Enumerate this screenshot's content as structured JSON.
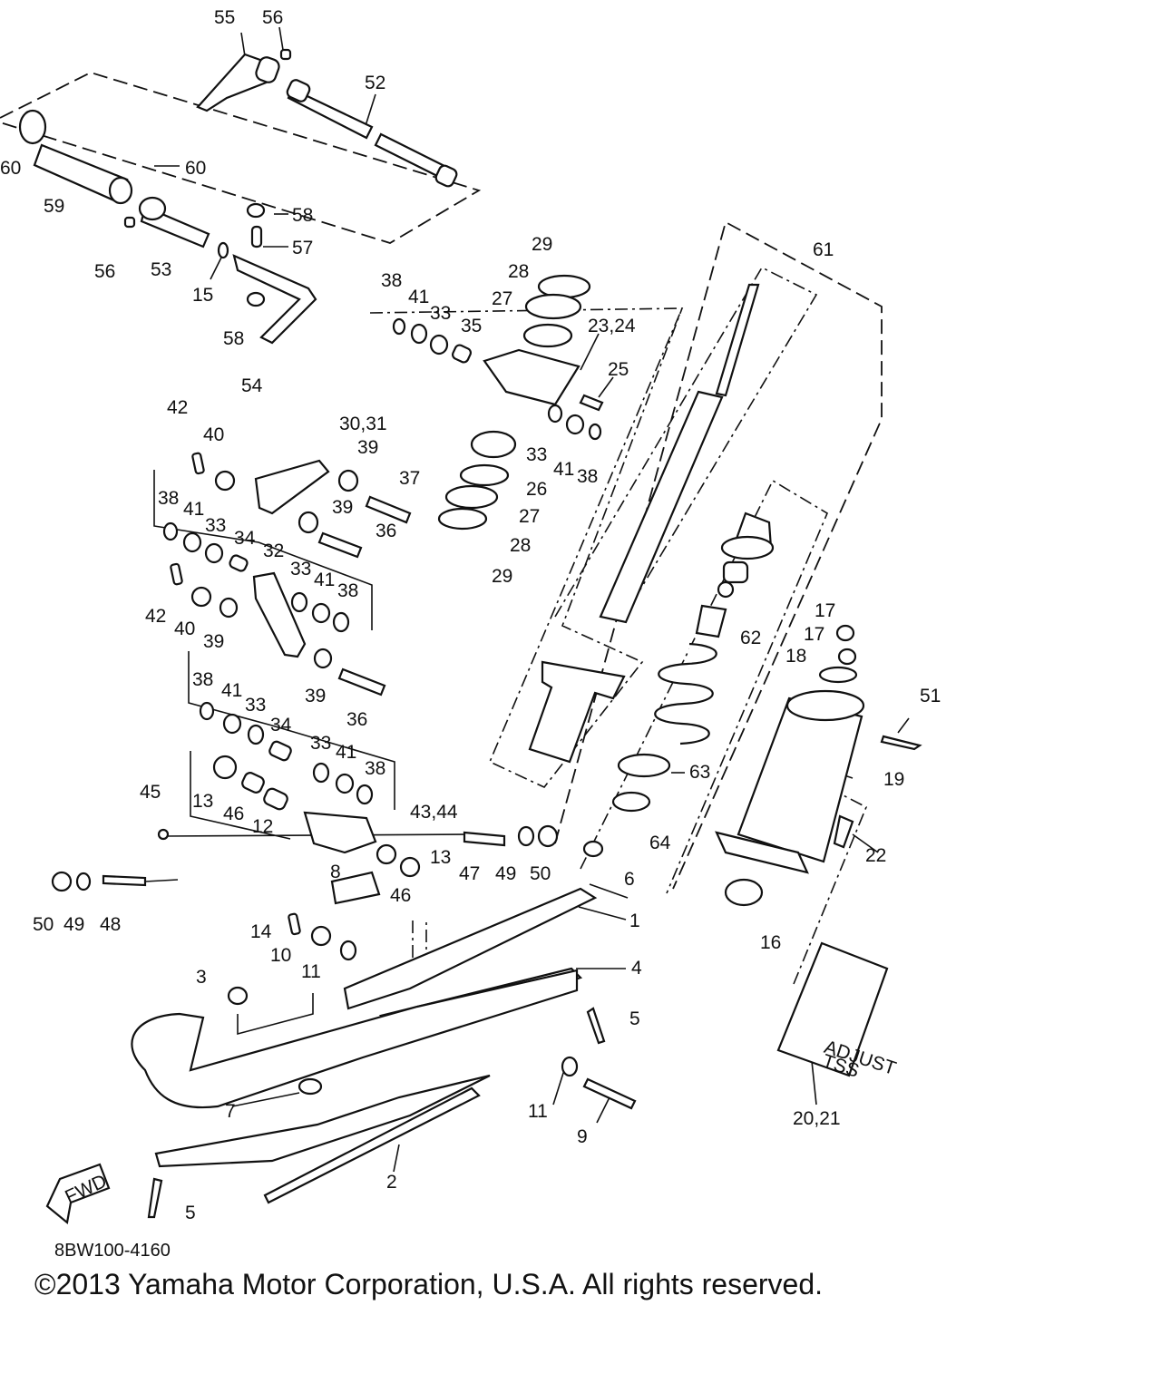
{
  "labels": [
    "55",
    "56",
    "52",
    "60",
    "60",
    "59",
    "58",
    "57",
    "56",
    "53",
    "15",
    "58",
    "54",
    "61",
    "29",
    "28",
    "27",
    "23,24",
    "25",
    "38",
    "41",
    "33",
    "35",
    "33",
    "41",
    "38",
    "42",
    "40",
    "30,31",
    "39",
    "37",
    "26",
    "27",
    "28",
    "29",
    "38",
    "41",
    "33",
    "34",
    "32",
    "39",
    "36",
    "33",
    "41",
    "38",
    "42",
    "40",
    "39",
    "39",
    "36",
    "38",
    "41",
    "33",
    "34",
    "33",
    "41",
    "38",
    "13",
    "46",
    "12",
    "45",
    "43,44",
    "47",
    "49",
    "50",
    "13",
    "46",
    "8",
    "50",
    "49",
    "48",
    "6",
    "1",
    "14",
    "10",
    "11",
    "4",
    "3",
    "5",
    "11",
    "9",
    "7",
    "2",
    "5",
    "17",
    "17",
    "18",
    "62",
    "51",
    "19",
    "63",
    "64",
    "22",
    "16",
    "20,21"
  ],
  "diagram_code": "8BW100-4160",
  "copyright": "©2013 Yamaha Motor Corporation, U.S.A. All rights reserved.",
  "badge_text": "FWD",
  "cylinder_text": [
    "ADJUST",
    "TSS"
  ]
}
